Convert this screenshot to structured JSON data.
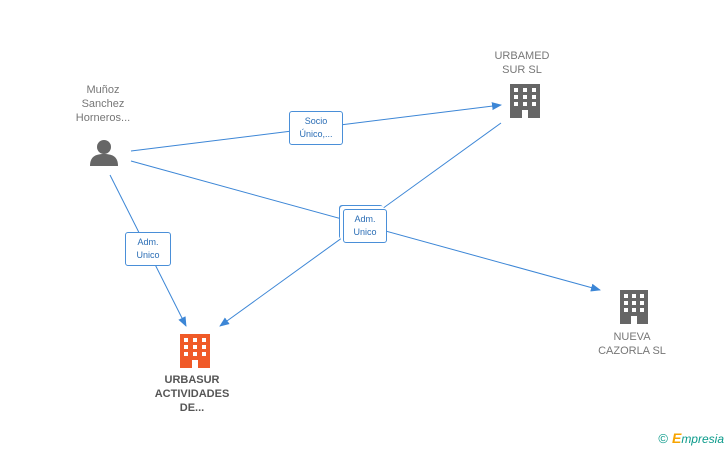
{
  "nodes": {
    "person": {
      "label": "Muñoz\nSanchez\nHorneros...",
      "icon": "person-icon",
      "color": "#666666"
    },
    "urbamed": {
      "label": "URBAMED\nSUR SL",
      "icon": "building-icon",
      "color": "#666666"
    },
    "urbasur": {
      "label": "URBASUR\nACTIVIDADES\nDE...",
      "icon": "building-icon",
      "color": "#f05a28"
    },
    "nueva": {
      "label": "NUEVA\nCAZORLA SL",
      "icon": "building-icon",
      "color": "#666666"
    }
  },
  "edges": {
    "socio": "Socio\nÚnico,...",
    "adm_left": "Adm.\nUnico",
    "adm_center": "Adm.\nUnico"
  },
  "colors": {
    "edge": "#3c86d6",
    "accent": "#f05a28"
  },
  "footer": {
    "copyright": "©",
    "brand_initial": "E",
    "brand_rest": "mpresia"
  }
}
